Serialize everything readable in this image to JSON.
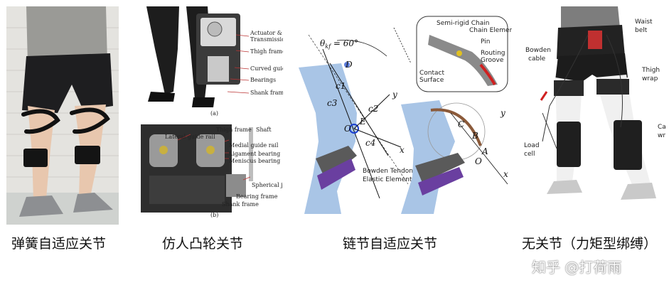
{
  "panels": [
    {
      "caption": "弹簧自适应关节"
    },
    {
      "caption": "仿人凸轮关节",
      "labels": {
        "actuator": "Actuator &",
        "transmission": "Transmission",
        "thigh_frame_a": "Thigh frame",
        "curved_guide": "Curved guide ra",
        "bearings": "Bearings",
        "shank_frame_a": "Shank frame",
        "sub_a": "(a)",
        "thigh_frame_b": "Thigh frame",
        "shaft": "Shaft",
        "lateral_guide": "Lateral guide rail",
        "medial_guide": "Medial guide rail",
        "ligament_bearing": "Ligament bearing",
        "meniscus_bearing": "Meniscus bearing",
        "spherical": "Spherical j",
        "bearing_frame": "Bearing frame",
        "shank_frame_b": "Shank frame",
        "sub_b": "(b)"
      }
    },
    {
      "caption": "链节自适应关节",
      "labels": {
        "theta": "θ",
        "theta_sub": "kf",
        "theta_val": " = 60°",
        "D": "D",
        "E": "E",
        "O": "O",
        "c1": "c1",
        "c2": "c2",
        "c3": "c3",
        "c4": "c4",
        "x": "x",
        "y": "y",
        "bowden_tendon": "Bowden Tendon",
        "elastic_element": "Elastic Element",
        "semi_rigid_chain": "Semi-rigid Chain",
        "chain_element": "Chain Element",
        "pin": "Pin",
        "routing": "Routing",
        "groove": "Groove",
        "contact": "Contact",
        "surface": "Surface",
        "C": "C",
        "B": "B",
        "A": "A",
        "O2": "O",
        "x2": "x",
        "y2": "y"
      }
    },
    {
      "caption": "无关节（力矩型绑缚）",
      "labels": {
        "waist1": "Waist",
        "waist2": "belt",
        "bowden1": "Bowden",
        "bowden2": "cable",
        "thigh1": "Thigh",
        "thigh2": "wrap",
        "load1": "Load",
        "load2": "cell",
        "calf1": "Ca",
        "calf2": "wr"
      }
    }
  ],
  "watermark": "知乎 @打荷雨"
}
